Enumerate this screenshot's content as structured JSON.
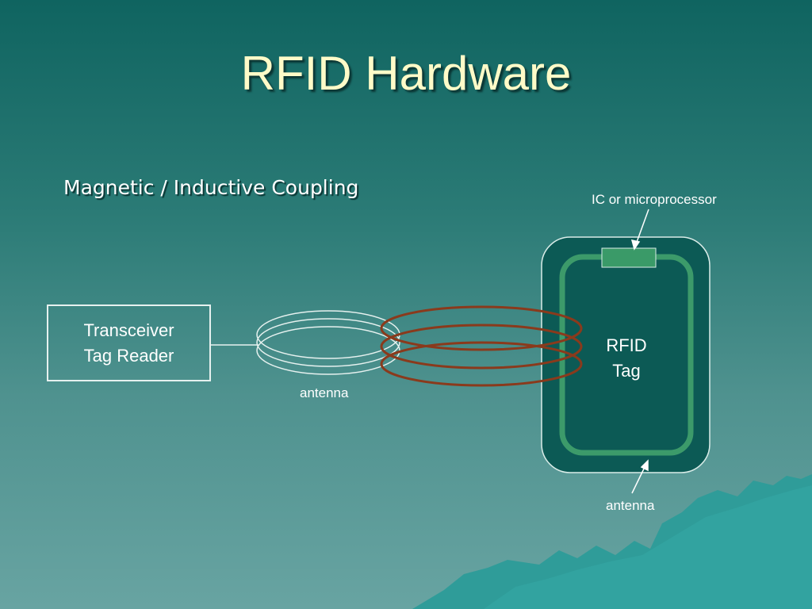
{
  "title": "RFID Hardware",
  "subtitle": "Magnetic / Inductive Coupling",
  "reader": {
    "line1": "Transceiver",
    "line2": "Tag Reader"
  },
  "reader_antenna_label": "antenna",
  "tag": {
    "line1": "RFID",
    "line2": "Tag"
  },
  "ic_label": "IC or microprocessor",
  "tag_antenna_label": "antenna",
  "colors": {
    "title": "#fffbc8",
    "field_coils": "#8a3a1c",
    "tag_card": "#0c5a55",
    "tag_antenna": "#3c9a6a",
    "chip": "#3a9a68",
    "mountain": "#2f9c99"
  }
}
